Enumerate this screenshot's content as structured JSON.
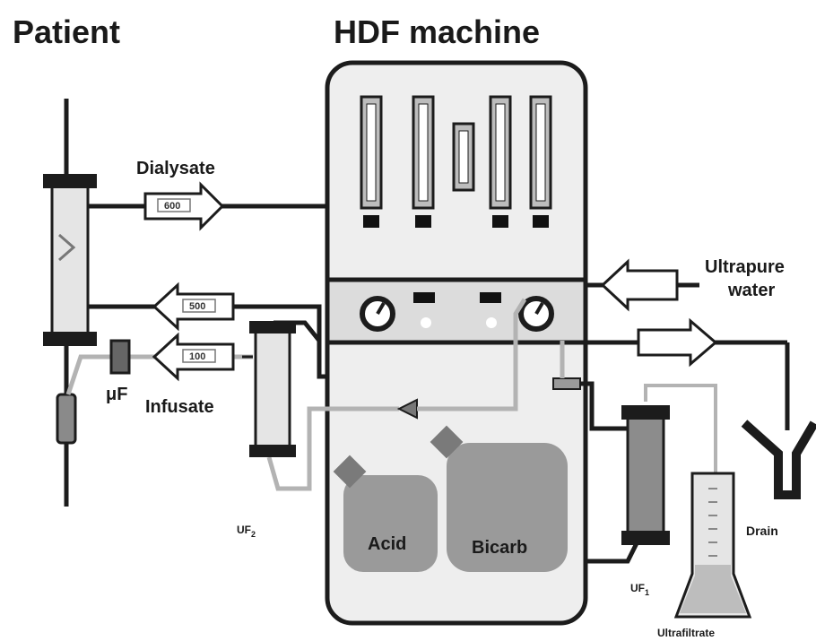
{
  "titles": {
    "patient": "Patient",
    "machine": "HDF machine"
  },
  "labels": {
    "dialysate": "Dialysate",
    "ultrapure_water": [
      "Ultrapure",
      "water"
    ],
    "micro_filter": "μF",
    "infusate": "Infusate",
    "uf2_main": "UF",
    "uf2_sub": "2",
    "uf1_main": "UF",
    "uf1_sub": "1",
    "acid": "Acid",
    "bicarb": "Bicarb",
    "drain": "Drain",
    "ultrafiltrate": "Ultrafiltrate"
  },
  "flows": {
    "dialysate_in": "600",
    "dialysate_out": "500",
    "infusate": "100"
  },
  "colors": {
    "line": "#1c1c1c",
    "machine_fill": "#eeeeee",
    "panel_fill": "#dcdcdc",
    "tube_gray": "#b3b3b3",
    "container_fill": "#9a9a9a",
    "column_fill": "#a8a8a8"
  }
}
